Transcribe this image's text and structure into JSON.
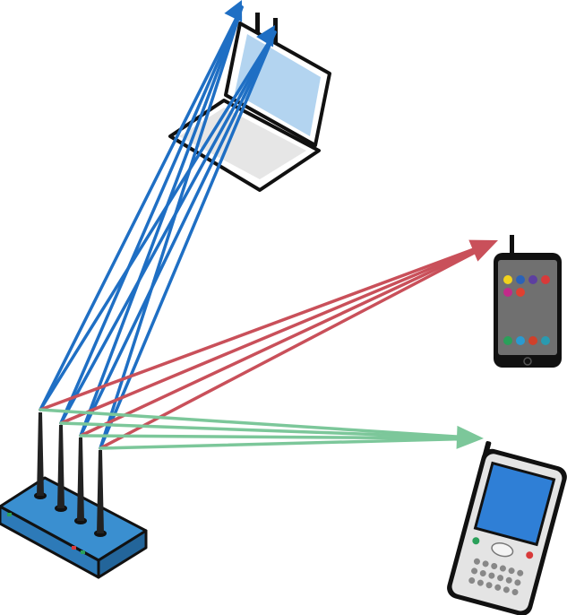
{
  "diagram": {
    "type": "wireless-mimo-illustration",
    "colors": {
      "laptop_links": "#1f6fc4",
      "smartphone_links": "#c9505a",
      "pda_links": "#7cc79a",
      "router_body": "#3a8fd0",
      "outline": "#111111",
      "laptop_screen": "#b3d4f0",
      "phone_screen": "#707070",
      "pda_screen": "#2f7fd6"
    },
    "nodes": [
      {
        "id": "router",
        "icon": "wifi-router-icon",
        "antennas": 4
      },
      {
        "id": "laptop",
        "icon": "laptop-icon",
        "antennas": 2
      },
      {
        "id": "smartphone",
        "icon": "smartphone-icon",
        "antennas": 1
      },
      {
        "id": "pda",
        "icon": "pda-phone-icon",
        "antennas": 1
      }
    ],
    "links": [
      {
        "from": "router",
        "to": "laptop",
        "color_key": "laptop_links",
        "streams": 8
      },
      {
        "from": "router",
        "to": "smartphone",
        "color_key": "smartphone_links",
        "streams": 4
      },
      {
        "from": "router",
        "to": "pda",
        "color_key": "pda_links",
        "streams": 4
      }
    ],
    "smartphone_app_colors": [
      "#f2d21b",
      "#2a62b8",
      "#5d3fa0",
      "#d83a3a",
      "#c22a8a",
      "#e04030",
      "#2aa05a",
      "#2a9ad0",
      "#d0402a",
      "#2a9ab0"
    ]
  }
}
